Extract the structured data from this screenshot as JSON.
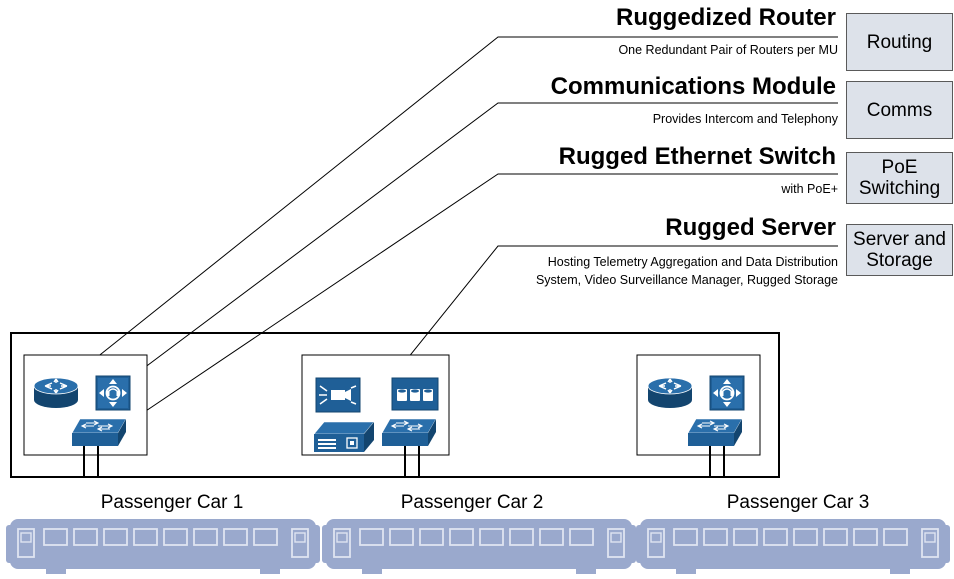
{
  "components": [
    {
      "title": "Ruggedized Router",
      "description": [
        "One Redundant Pair of Routers per MU"
      ],
      "function": [
        "Routing"
      ]
    },
    {
      "title": "Communications Module",
      "description": [
        "Provides Intercom and Telephony"
      ],
      "function": [
        "Comms"
      ]
    },
    {
      "title": "Rugged Ethernet Switch",
      "description": [
        "with PoE+"
      ],
      "function": [
        "PoE",
        "Switching"
      ]
    },
    {
      "title": "Rugged Server",
      "description": [
        "Hosting Telemetry Aggregation and Data Distribution",
        "System, Video Surveillance Manager, Rugged Storage"
      ],
      "function": [
        "Server and",
        "Storage"
      ]
    }
  ],
  "cars": [
    {
      "label": "Passenger Car 1"
    },
    {
      "label": "Passenger Car 2"
    },
    {
      "label": "Passenger Car 3"
    }
  ],
  "colors": {
    "device_blue": "#1f5f97",
    "device_dark": "#13456f",
    "function_box_fill": "#dde2ea",
    "train_fill": "#9aa9cd",
    "train_window": "#dfe4f1"
  },
  "icons": [
    "router-icon",
    "communications-module-icon",
    "ethernet-switch-icon",
    "camera-icon",
    "storage-array-icon",
    "server-icon"
  ]
}
